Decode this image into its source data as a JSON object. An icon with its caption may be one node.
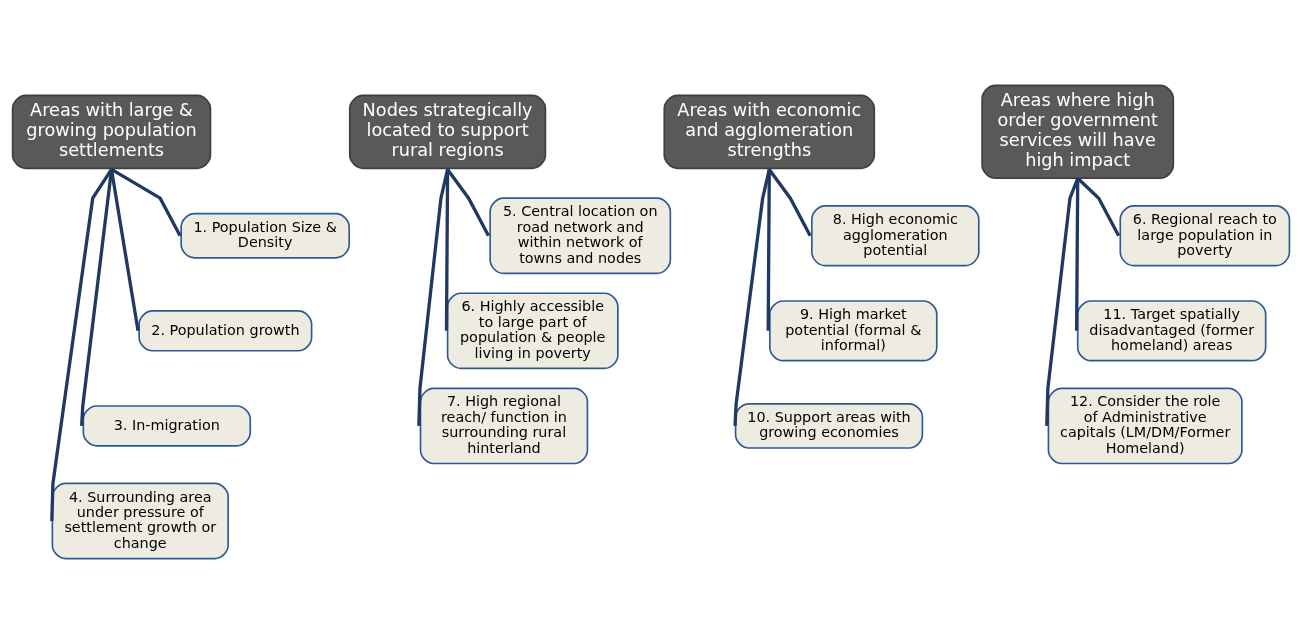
{
  "diagram": {
    "nodes": [
      {
        "text": [
          "Areas with large & growing population settlements"
        ]
      },
      {
        "text": [
          "1. Population Size & Density"
        ]
      },
      {
        "text": [
          "2. Population growth"
        ]
      },
      {
        "text": [
          "3. In-migration"
        ]
      },
      {
        "text": [
          "4. Surrounding area under pressure of settlement growth or change"
        ]
      },
      {
        "text": [
          "Nodes strategically located to support rural regions"
        ]
      },
      {
        "text": [
          "5. Central location on road network and within network of towns and nodes"
        ]
      },
      {
        "text": [
          "6. Highly accessible to large part of population & people living in poverty"
        ]
      },
      {
        "text": [
          "7. High regional reach/ function in surrounding rural hinterland"
        ]
      },
      {
        "text": [
          "Areas with economic and agglomeration strengths"
        ]
      },
      {
        "text": [
          "8. High economic agglomeration potential"
        ]
      },
      {
        "text": [
          "9. High market potential (formal & informal)"
        ]
      },
      {
        "text": [
          "10. Support areas with growing economies"
        ]
      },
      {
        "text": [
          "Areas where high order government services will have high impact"
        ]
      },
      {
        "text": [
          "6. Regional reach to large population in poverty"
        ]
      },
      {
        "text": [
          "11. Target spatially disadvantaged (former homeland) areas"
        ]
      },
      {
        "text": [
          "12. Consider the role of Administrative capitals (LM/DM/Former Homeland)"
        ]
      }
    ],
    "edges": [
      {
        "from": 0,
        "to": 1,
        "arrow": "none"
      },
      {
        "from": 0,
        "to": 2,
        "arrow": "none"
      },
      {
        "from": 0,
        "to": 3,
        "arrow": "none"
      },
      {
        "from": 0,
        "to": 4,
        "arrow": "none"
      },
      {
        "from": 5,
        "to": 6,
        "arrow": "none"
      },
      {
        "from": 5,
        "to": 7,
        "arrow": "none"
      },
      {
        "from": 5,
        "to": 8,
        "arrow": "none"
      },
      {
        "from": 9,
        "to": 10,
        "arrow": "none"
      },
      {
        "from": 9,
        "to": 11,
        "arrow": "none"
      },
      {
        "from": 9,
        "to": 12,
        "arrow": "none"
      },
      {
        "from": 13,
        "to": 14,
        "arrow": "none"
      },
      {
        "from": 13,
        "to": 15,
        "arrow": "none"
      },
      {
        "from": 13,
        "to": 16,
        "arrow": "none"
      }
    ]
  }
}
